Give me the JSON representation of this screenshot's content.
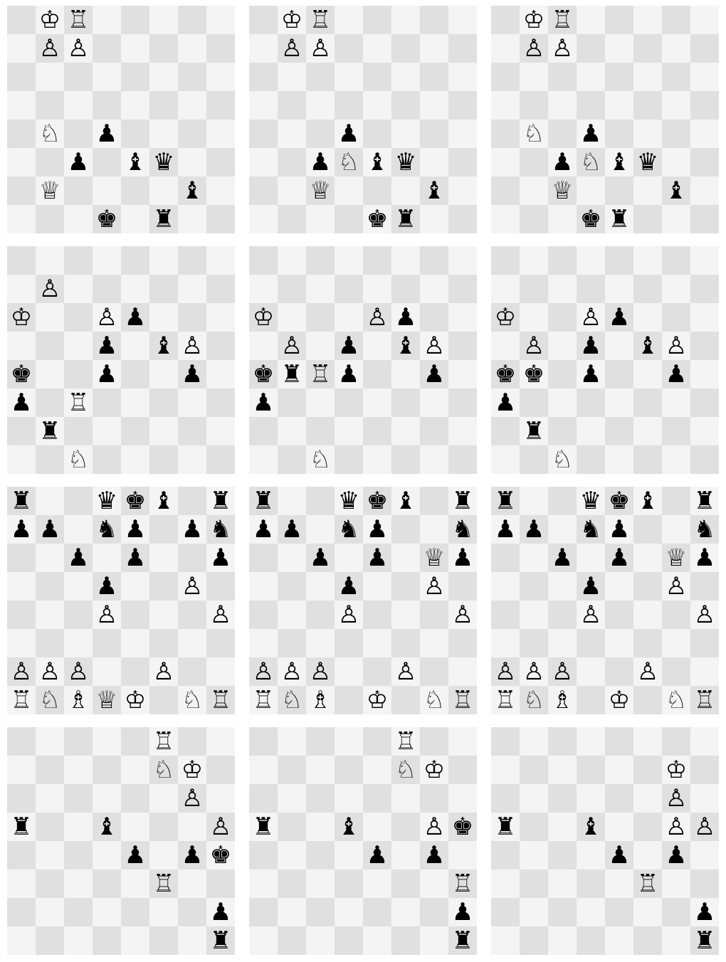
{
  "colors": {
    "light_square": "#f4f4f4",
    "dark_square": "#e0e0e0",
    "board_border": "#c8c8c8",
    "background": "#ffffff"
  },
  "piece_glyphs": {
    "K": "♔",
    "Q": "♕",
    "R": "♖",
    "B": "♗",
    "N": "♘",
    "P": "♙",
    "k": "♚",
    "q": "♛",
    "r": "♜",
    "b": "♝",
    "n": "♞",
    "p": "♟"
  },
  "boards": [
    {
      "rows": [
        "1KR.....",
        ".PP.....",
        "........",
        "........",
        ".N.p....",
        "..p.bq..",
        ".Q....b.",
        "...k.r.."
      ]
    },
    {
      "rows": [
        ".KR.....",
        ".PP.....",
        "........",
        "........",
        "...p....",
        "..pNbq..",
        "..Q...b.",
        "....kr.."
      ]
    },
    {
      "rows": [
        ".KR.....",
        ".PP.....",
        "........",
        "........",
        ".N.p....",
        "..pNbq..",
        "..Q...b.",
        "...kr..."
      ]
    },
    {
      "rows": [
        "........",
        ".P......",
        "K..Pp...",
        "...p.bP.",
        "k..p..p.",
        "p.R.....",
        ".r......",
        "..N....."
      ]
    },
    {
      "rows": [
        "........",
        "........",
        "K...Pp..",
        ".P.p.bP.",
        "krRp..p.",
        "p.......",
        "........",
        "..N....."
      ]
    },
    {
      "rows": [
        "........",
        "........",
        "K..Pp...",
        ".P.p.bP.",
        "kk.p..p.",
        "p.......",
        ".r......",
        "..N....."
      ]
    },
    {
      "rows": [
        "r..qkb.r",
        "pp.np.pn",
        "..p.p..p",
        "...p..P.",
        "...P...P",
        "........",
        "PPP..P..",
        "RNBQK.NR"
      ]
    },
    {
      "rows": [
        "r..qkb.r",
        "pp.np..n",
        "..p.p.Qp",
        "...p..P.",
        "...P...P",
        "........",
        "PPP..P..",
        "RNB.K.NR"
      ]
    },
    {
      "rows": [
        "r..qkb.r",
        "pp.np..n",
        "..p.p.Qp",
        "...p..P.",
        "...P...P",
        "........",
        "PPP..P..",
        "RNB.K.NR"
      ]
    },
    {
      "rows": [
        ".....R..",
        ".....NK.",
        "......P.",
        "r..b...P",
        "....p.pk",
        ".....R..",
        ".......p",
        ".......r"
      ]
    },
    {
      "rows": [
        ".....R..",
        ".....NK.",
        "........",
        "r..b..Pk",
        "....p.p.",
        ".......R",
        ".......p",
        ".......r"
      ]
    },
    {
      "rows": [
        "........",
        "......K.",
        "......P.",
        "r..b..PP",
        "....p.p.",
        ".....R..",
        ".......p",
        ".......r"
      ]
    }
  ]
}
